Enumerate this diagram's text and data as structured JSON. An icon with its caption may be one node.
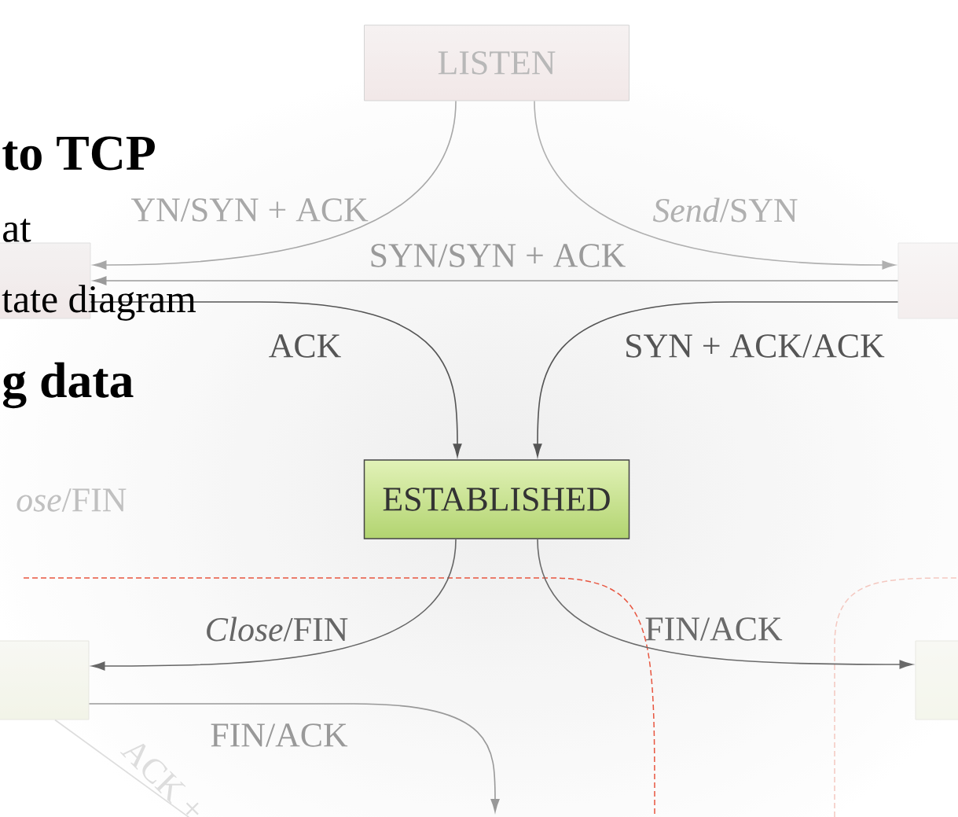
{
  "diagram": {
    "nodes": [
      {
        "text": [
          "LISTEN"
        ]
      },
      {
        "text": [],
        "shape": "box"
      },
      {
        "text": [],
        "shape": "box"
      },
      {
        "text": [
          "ESTABLISHED"
        ]
      },
      {
        "text": [],
        "shape": "box"
      },
      {
        "text": [],
        "shape": "box"
      }
    ],
    "edges": [
      {
        "from": 0,
        "to": 1,
        "arrow": "to",
        "label": "YN/SYN + ACK"
      },
      {
        "from": 0,
        "to": 2,
        "arrow": "to",
        "label": "*Send*/SYN",
        "color": "#b0b0b0"
      },
      {
        "from": 2,
        "to": 1,
        "arrow": "to",
        "label": "SYN/SYN + ACK"
      },
      {
        "from": 1,
        "to": 3,
        "arrow": "to",
        "label": "ACK"
      },
      {
        "from": 2,
        "to": 3,
        "arrow": "to",
        "label": "SYN + ACK/ACK"
      },
      {
        "from": 3,
        "to": 4,
        "arrow": "to",
        "label": "*Close*/FIN"
      },
      {
        "from": 3,
        "to": 5,
        "arrow": "to",
        "label": "FIN/ACK"
      },
      {
        "from": 4,
        "to": null,
        "arrow": "to",
        "label": "FIN/ACK"
      },
      {
        "from": 4,
        "to": null,
        "arrow": "none",
        "label": "ACK +",
        "color": "#dddddd"
      }
    ],
    "labels": [
      "to TCP",
      "at",
      "tate diagram",
      "g data",
      "*ose*/FIN"
    ]
  }
}
